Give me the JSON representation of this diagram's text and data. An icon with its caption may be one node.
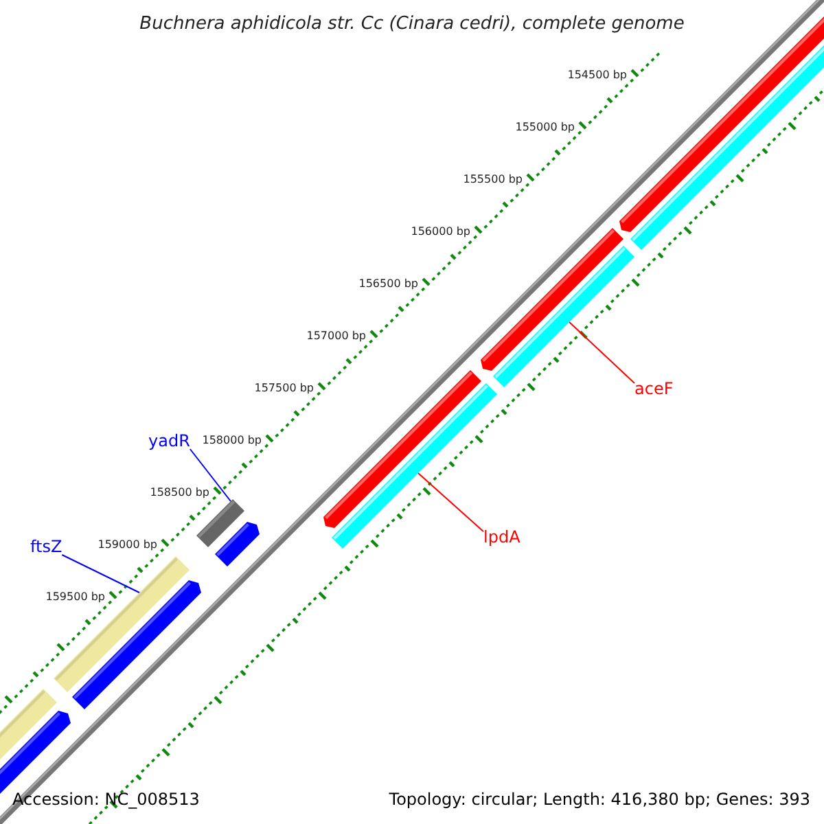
{
  "diagram": {
    "title": "Buchnera aphidicola str. Cc (Cinara cedri), complete genome",
    "nodes": [
      {
        "text": [
          "yadR"
        ]
      },
      {
        "text": [],
        "shape": "bar"
      },
      {
        "text": [
          "ftsZ"
        ]
      },
      {
        "text": [],
        "shape": "bar"
      },
      {
        "text": [
          "aceF"
        ]
      },
      {
        "text": [],
        "shape": "bar"
      },
      {
        "text": [
          "lpdA"
        ]
      },
      {
        "text": [],
        "shape": "bar"
      }
    ],
    "edges": [
      {
        "from": 0,
        "to": 1,
        "arrow": "none",
        "color": "#0000ff"
      },
      {
        "from": 2,
        "to": 3,
        "arrow": "none",
        "color": "#0000ff"
      },
      {
        "from": 4,
        "to": 5,
        "arrow": "none",
        "color": "#ff0000"
      },
      {
        "from": 6,
        "to": 7,
        "arrow": "none",
        "color": "#ff0000"
      }
    ],
    "labels": [
      "154500 bp",
      "155000 bp",
      "155500 bp",
      "156000 bp",
      "156500 bp",
      "157000 bp",
      "157500 bp",
      "158000 bp",
      "158500 bp",
      "159000 bp",
      "159500 bp",
      "Accession: NC_008513",
      "Topology: circular; Length: 416,380 bp; Genes: 393"
    ]
  }
}
